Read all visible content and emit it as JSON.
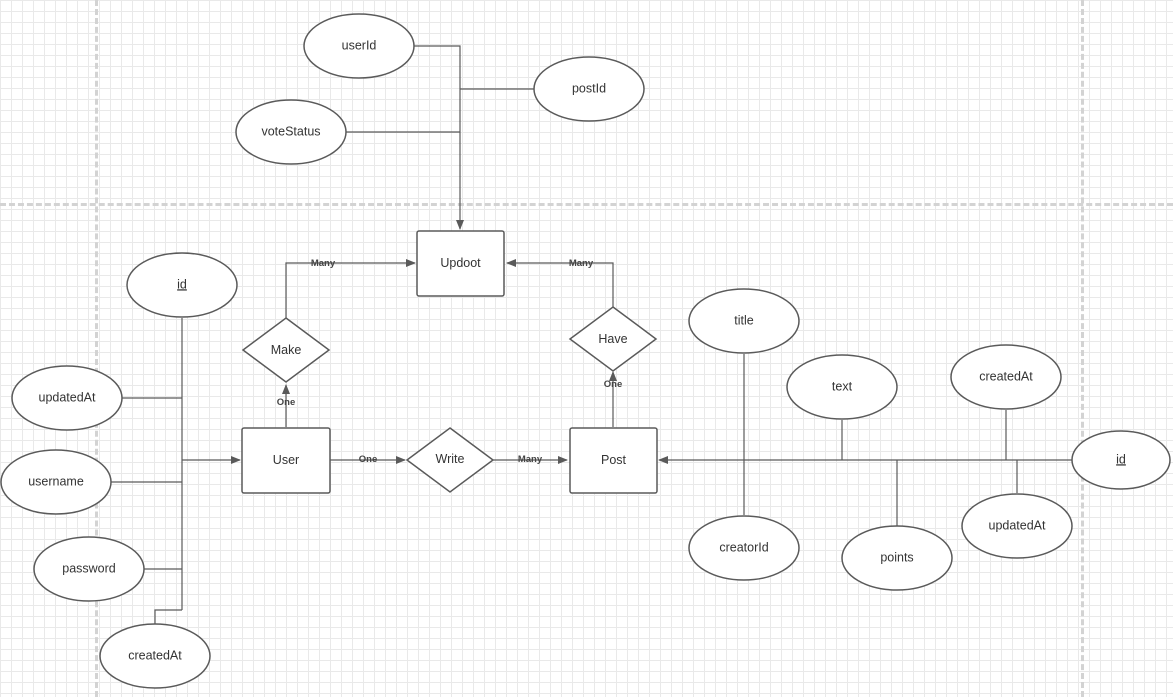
{
  "entities": {
    "updoot": "Updoot",
    "user": "User",
    "post": "Post"
  },
  "relationships": {
    "make": "Make",
    "have": "Have",
    "write": "Write"
  },
  "attributes": {
    "updoot": {
      "userId": "userId",
      "postId": "postId",
      "voteStatus": "voteStatus"
    },
    "user": {
      "id": "id",
      "updatedAt": "updatedAt",
      "username": "username",
      "password": "password",
      "createdAt": "createdAt"
    },
    "post": {
      "title": "title",
      "text": "text",
      "createdAt": "createdAt",
      "id": "id",
      "updatedAt": "updatedAt",
      "creatorId": "creatorId",
      "points": "points"
    }
  },
  "cardinalities": {
    "make_updoot": "Many",
    "have_updoot": "Many",
    "user_make": "One",
    "post_have": "One",
    "user_write": "One",
    "write_post": "Many"
  },
  "primary_keys": [
    "user.id",
    "post.id"
  ],
  "colors": {
    "stroke": "#5a5a5a",
    "text": "#333333",
    "grid": "#e9e9e9",
    "guide": "#d3d3d3",
    "background": "#ffffff"
  }
}
